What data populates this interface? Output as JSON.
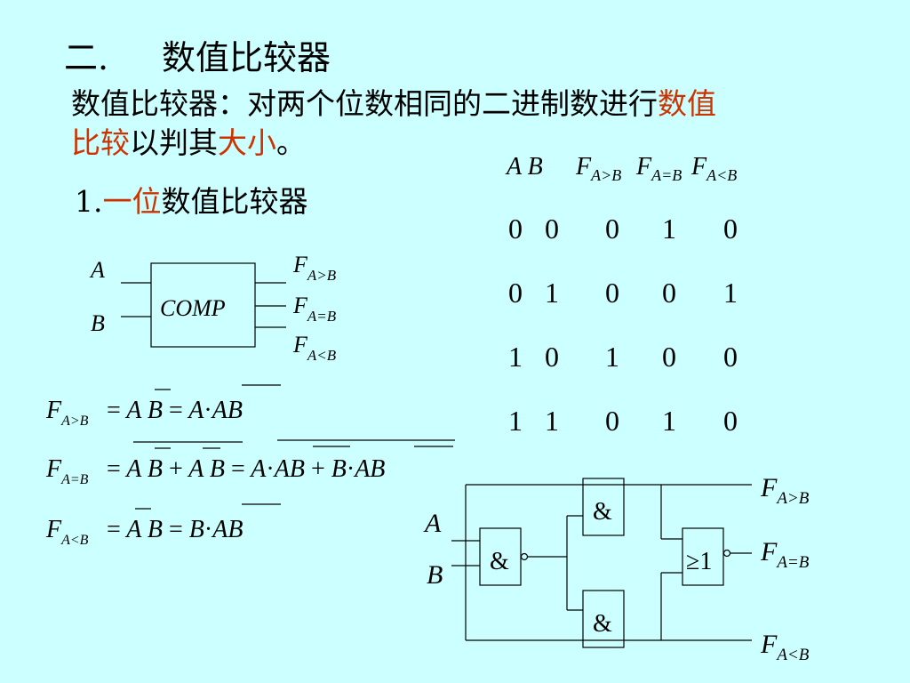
{
  "title": {
    "number": "二.",
    "text": "数值比较器"
  },
  "definition": {
    "part1": "数值比较器：对两个位数相同的二进制数进行",
    "highlight1": "数值",
    "highlight2": "比较",
    "part2": "以判其",
    "highlight3": "大小",
    "part3": "。"
  },
  "section": {
    "number": "1.",
    "highlight": "一位",
    "text": "数值比较器"
  },
  "block": {
    "label": "COMP",
    "inputs": [
      "A",
      "B"
    ],
    "outputs": [
      {
        "main": "F",
        "sub": "A>B"
      },
      {
        "main": "F",
        "sub": "A=B"
      },
      {
        "main": "F",
        "sub": "A<B"
      }
    ]
  },
  "truth_table": {
    "headers": [
      {
        "main": "A B",
        "sub": ""
      },
      {
        "main": "F",
        "sub": "A>B"
      },
      {
        "main": "F",
        "sub": "A=B"
      },
      {
        "main": "F",
        "sub": "A<B"
      }
    ],
    "rows": [
      [
        "0",
        "0",
        "0",
        "1",
        "0"
      ],
      [
        "0",
        "1",
        "0",
        "0",
        "1"
      ],
      [
        "1",
        "0",
        "1",
        "0",
        "0"
      ],
      [
        "1",
        "1",
        "0",
        "1",
        "0"
      ]
    ]
  },
  "equations": {
    "gt": {
      "lhs": "F",
      "lhs_sub": "A>B"
    },
    "eq": {
      "lhs": "F",
      "lhs_sub": "A=B"
    },
    "lt": {
      "lhs": "F",
      "lhs_sub": "A<B"
    }
  },
  "gates": {
    "and1": "&",
    "and2": "&",
    "and3": "&",
    "nor": "≥1",
    "inputs": [
      "A",
      "B"
    ],
    "outputs": [
      {
        "main": "F",
        "sub": "A>B"
      },
      {
        "main": "F",
        "sub": "A=B"
      },
      {
        "main": "F",
        "sub": "A<B"
      }
    ]
  }
}
